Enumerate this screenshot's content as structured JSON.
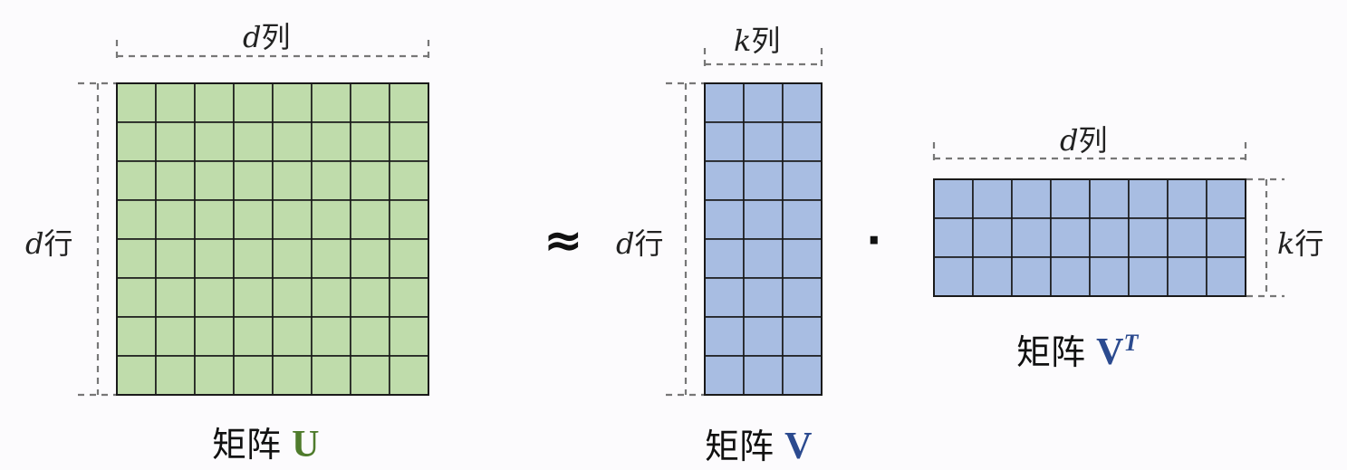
{
  "colors": {
    "green_fill": "#bfdcab",
    "blue_fill": "#a8bde2",
    "grid_line": "#1a1a1a",
    "dash_line": "#777777",
    "U_label": "#4f7b2c",
    "V_label": "#2b4a8f"
  },
  "matrices": {
    "U": {
      "rows": 8,
      "cols": 8,
      "caption_prefix": "矩阵",
      "name": "U",
      "col_var": "d",
      "col_word": "列",
      "row_var": "d",
      "row_word": "行"
    },
    "V": {
      "rows": 8,
      "cols": 3,
      "caption_prefix": "矩阵",
      "name": "V",
      "col_var": "k",
      "col_word": "列",
      "row_var": "d",
      "row_word": "行"
    },
    "VT": {
      "rows": 3,
      "cols": 8,
      "caption_prefix": "矩阵",
      "name": "V",
      "superscript": "T",
      "col_var": "d",
      "col_word": "列",
      "row_var": "k",
      "row_word": "行"
    }
  },
  "operators": {
    "approx": "≈",
    "dot": "·"
  }
}
